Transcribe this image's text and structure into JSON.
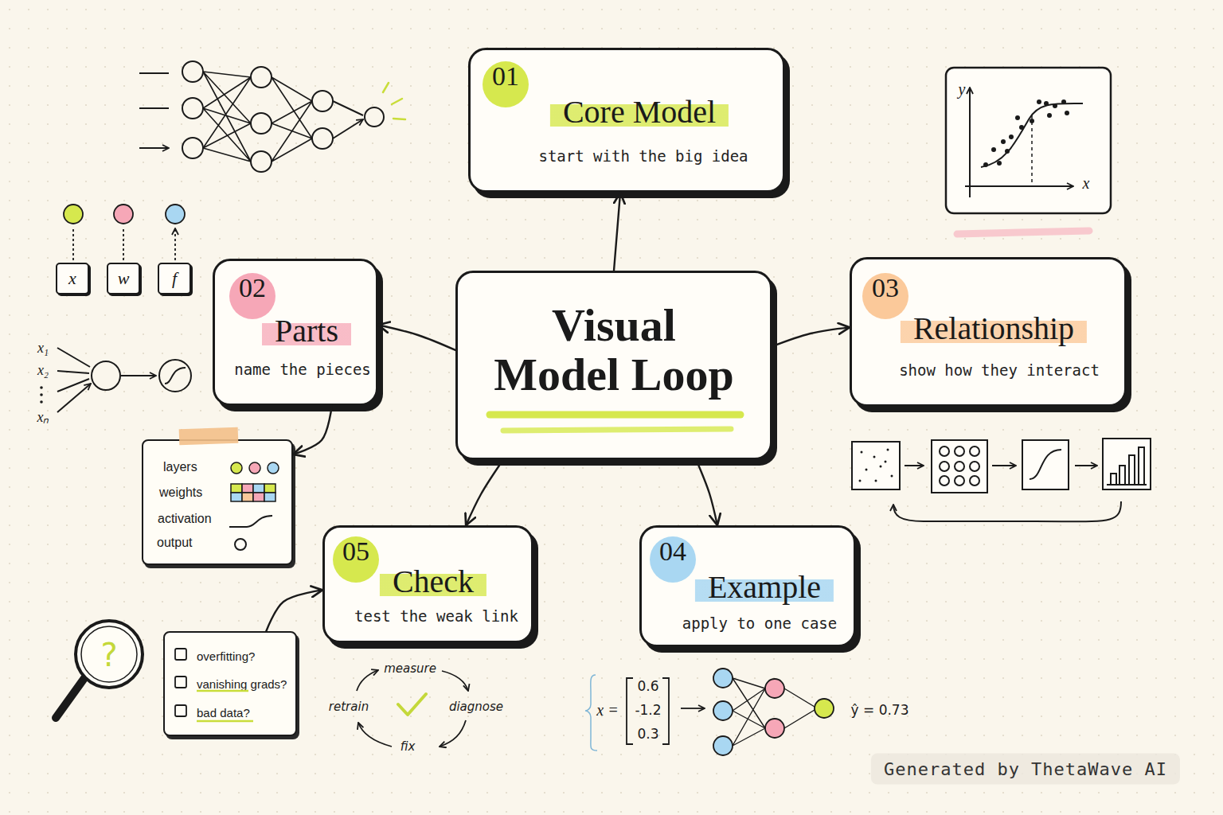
{
  "diagram": {
    "nodes": [
      {
        "text": [
          "01",
          "Core Model",
          "start with the big idea"
        ]
      },
      {
        "text": [
          "x"
        ]
      },
      {
        "text": [
          "w"
        ]
      },
      {
        "text": [
          "f"
        ]
      },
      {
        "text": [
          "02",
          "Parts",
          "name the pieces"
        ]
      },
      {
        "text": [
          "Visual Model Loop"
        ]
      },
      {
        "text": [
          "03",
          "Relationship",
          "show how they interact"
        ]
      },
      {
        "text": [
          "layers",
          "weights",
          "activation",
          "output"
        ]
      },
      {
        "text": [
          "overfitting?",
          "vanishing grads?",
          "bad data?"
        ]
      },
      {
        "text": [
          "05",
          "Check",
          "test the weak link"
        ]
      },
      {
        "text": [
          "04",
          "Example",
          "apply to one case"
        ]
      }
    ],
    "edges": [
      {
        "from": 5,
        "to": 0,
        "arrow": "to"
      },
      {
        "from": 5,
        "to": 4,
        "arrow": "to"
      },
      {
        "from": 5,
        "to": 6,
        "arrow": "to"
      },
      {
        "from": 5,
        "to": 9,
        "arrow": "to"
      },
      {
        "from": 5,
        "to": 10,
        "arrow": "to"
      },
      {
        "from": 4,
        "to": 7,
        "arrow": "to"
      },
      {
        "from": 8,
        "to": 9,
        "arrow": "to"
      }
    ],
    "labels": [
      "y",
      "x",
      "x₁",
      "x₂",
      "xₙ",
      "?",
      "measure",
      "diagnose",
      "fix",
      "retrain",
      "x =",
      "0.6",
      "-1.2",
      "0.3",
      "ŷ = 0.73",
      "Generated by ThetaWave AI"
    ]
  }
}
